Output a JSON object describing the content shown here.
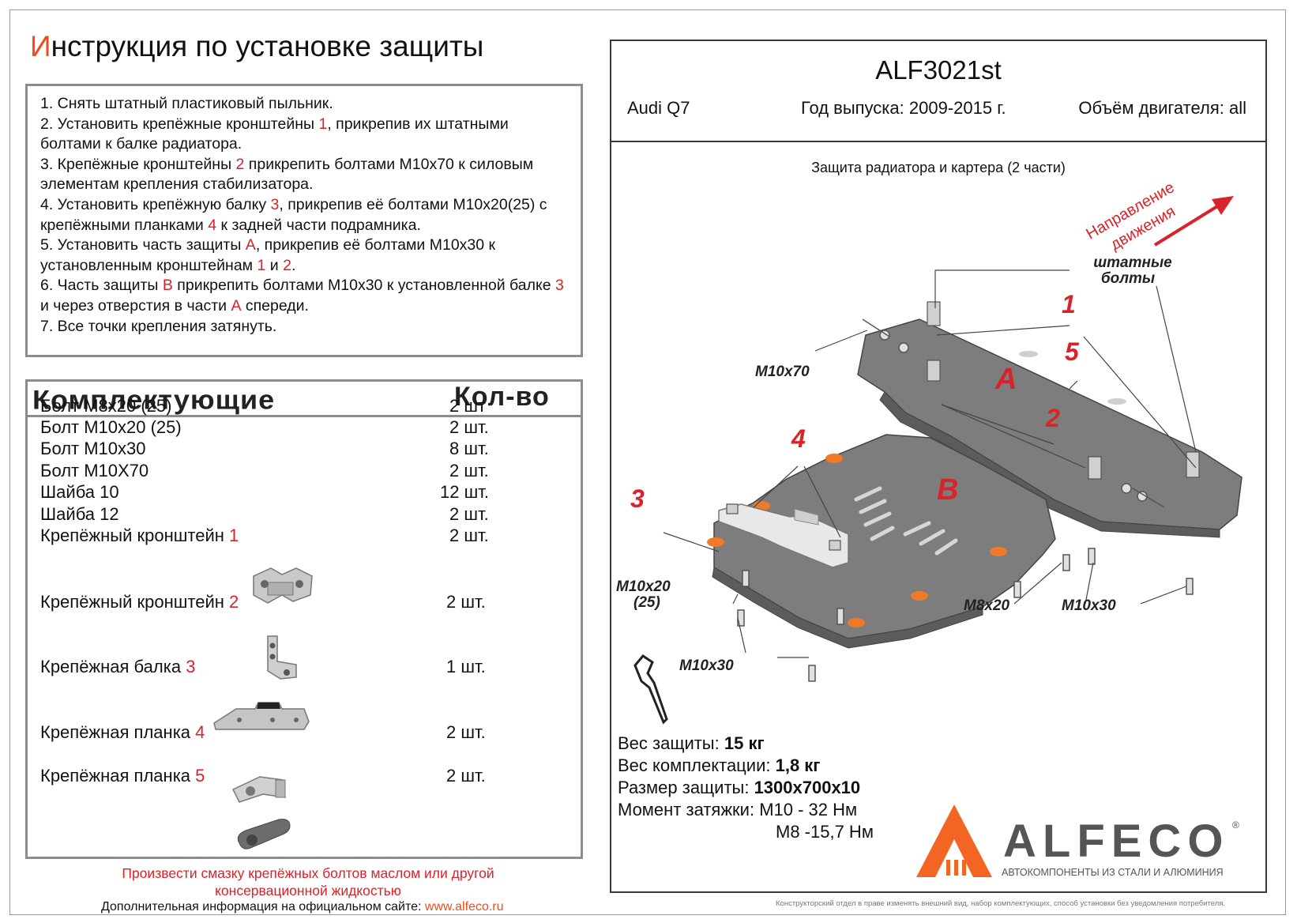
{
  "header": {
    "title_first_letter": "И",
    "title_rest": "нструкция по установке защиты"
  },
  "instructions": [
    [
      {
        "t": "1.   Снять штатный пластиковый пыльник."
      }
    ],
    [
      {
        "t": "2.   Установить крепёжные кронштейны "
      },
      {
        "t": "1",
        "red": true
      },
      {
        "t": ", прикрепив их штатными болтами к балке радиатора."
      }
    ],
    [
      {
        "t": "3.   Крепёжные кронштейны "
      },
      {
        "t": "2",
        "red": true
      },
      {
        "t": " прикрепить болтами М10х70 к силовым элементам крепления стабилизатора."
      }
    ],
    [
      {
        "t": "4.   Установить крепёжную балку "
      },
      {
        "t": "3",
        "red": true
      },
      {
        "t": ", прикрепив её болтами М10х20(25) с крепёжными планками "
      },
      {
        "t": "4",
        "red": true
      },
      {
        "t": " к задней части подрамника."
      }
    ],
    [
      {
        "t": "5.   Установить часть защиты "
      },
      {
        "t": "А",
        "red": true
      },
      {
        "t": ", прикрепив её болтами М10х30 к установленным кронштейнам "
      },
      {
        "t": "1",
        "red": true
      },
      {
        "t": " и "
      },
      {
        "t": "2",
        "red": true
      },
      {
        "t": "."
      }
    ],
    [
      {
        "t": "6.   Часть защиты "
      },
      {
        "t": "В",
        "red": true
      },
      {
        "t": " прикрепить болтами М10х30 к установленной балке "
      },
      {
        "t": "3",
        "red": true
      },
      {
        "t": " и через отверстия в части "
      },
      {
        "t": "А",
        "red": true
      },
      {
        "t": " спереди."
      }
    ],
    [
      {
        "t": "7. Все точки крепления затянуть."
      }
    ]
  ],
  "kit": {
    "heading": "Комплектующие",
    "qty_heading": "Кол-во",
    "rows": [
      {
        "name": "Болт М8х20 (25)",
        "num": "",
        "qty": "2 шт"
      },
      {
        "name": "Болт М10х20 (25)",
        "num": "",
        "qty": "2 шт."
      },
      {
        "name": "Болт М10х30",
        "num": "",
        "qty": "8 шт."
      },
      {
        "name": "Болт М10Х70",
        "num": "",
        "qty": "2 шт."
      },
      {
        "name": "Шайба 10",
        "num": "",
        "qty": "12 шт."
      },
      {
        "name": "Шайба 12",
        "num": "",
        "qty": "2 шт."
      },
      {
        "name": "Крепёжный кронштейн ",
        "num": "1",
        "qty": "2 шт."
      },
      {
        "name": "Крепёжный кронштейн ",
        "num": "2",
        "qty": "2 шт."
      },
      {
        "name": "Крепёжная балка ",
        "num": "3",
        "qty": "1 шт."
      },
      {
        "name": "Крепёжная планка ",
        "num": "4",
        "qty": "2 шт."
      },
      {
        "name": "Крепёжная планка ",
        "num": "5",
        "qty": "2 шт."
      }
    ]
  },
  "footer": {
    "note": "Произвести смазку крепёжных болтов маслом или другой консервационной жидкостью",
    "site_prefix": "Дополнительная информация на официальном сайте: ",
    "site_url": "www.alfeco.ru"
  },
  "product": {
    "code": "ALF3021st",
    "car": "Audi Q7",
    "year": "Год выпуска: 2009-2015 г.",
    "engine": "Объём двигателя: all",
    "subtitle": "Защита радиатора и картера (2 части)"
  },
  "diagram": {
    "direction_line1": "Направление",
    "direction_line2": "движения",
    "std_bolts_line1": "штатные",
    "std_bolts_line2": "болты",
    "callout_1": "1",
    "callout_2": "2",
    "callout_3": "3",
    "callout_4": "4",
    "callout_5": "5",
    "part_a": "A",
    "part_b": "B",
    "m10x70": "M10x70",
    "m10x20_line1": "M10x20",
    "m10x20_line2": "(25)",
    "m8x20": "M8x20",
    "m10x30_right": "M10x30",
    "m10x30_bottom": "M10x30"
  },
  "specs": {
    "weight_label": "Вес защиты: ",
    "weight_value": "15 кг",
    "kit_weight_label": "Вес комплектации: ",
    "kit_weight_value": "1,8 кг",
    "size_label": "Размер защиты: ",
    "size_value": "1300х700х10",
    "torque_label": "Момент затяжки:  ",
    "torque_m10": "М10 - 32 Нм",
    "torque_m8": "М8 -15,7 Нм"
  },
  "brand": {
    "name": "ALFECO",
    "registered": "®",
    "tagline": "АВТОКОМПОНЕНТЫ ИЗ СТАЛИ И АЛЮМИНИЯ",
    "copyright": "Конструкторский отдел в праве изменять внешний вид, набор комплектующих, способ установки без уведомления потребителя."
  },
  "colors": {
    "accent_red": "#d8232a",
    "brand_orange": "#f26522",
    "plate_gray": "#7d7d7d",
    "pad_orange": "#f07a2a"
  }
}
